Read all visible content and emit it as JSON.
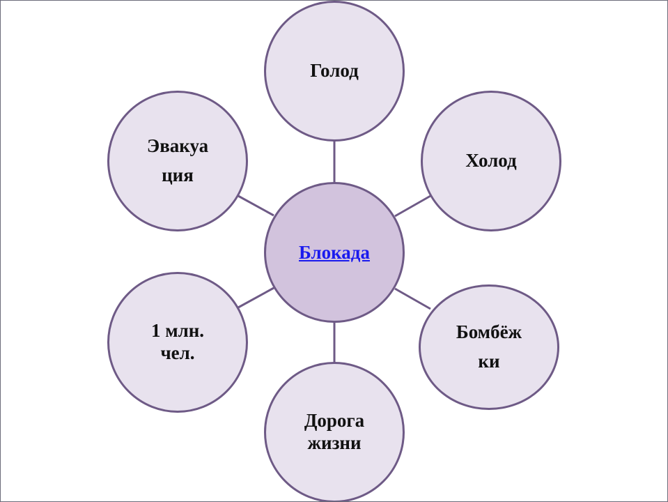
{
  "diagram": {
    "center": {
      "label": "Блокада"
    },
    "nodes": [
      {
        "id": "golod",
        "label": "Голод"
      },
      {
        "id": "holod",
        "label": "Холод"
      },
      {
        "id": "bombezhki",
        "label": "Бомбёж\nки"
      },
      {
        "id": "doroga",
        "label": "Дорога\nжизни"
      },
      {
        "id": "million",
        "label": "1 млн.\nчел."
      },
      {
        "id": "evakuaciya",
        "label": "Эвакуа\nция"
      }
    ],
    "colors": {
      "node_fill": "#e8e2ee",
      "center_fill": "#d2c3dd",
      "stroke": "#6e5a86",
      "link": "#1a1aee"
    }
  }
}
